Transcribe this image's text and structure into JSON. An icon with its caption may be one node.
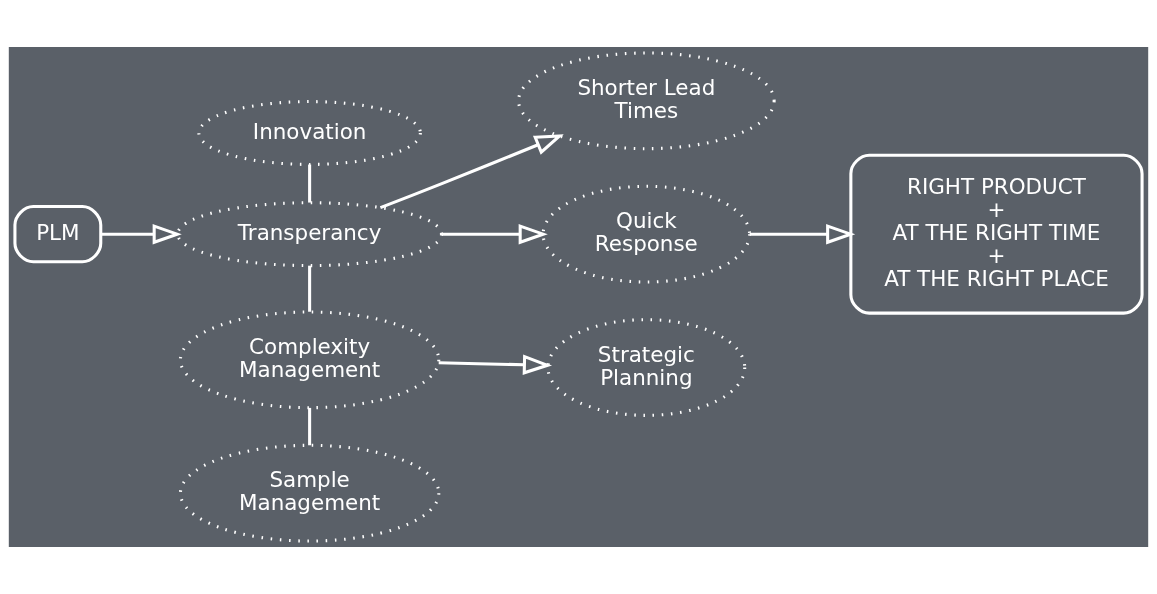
{
  "diagram": {
    "nodes": [
      {
        "text": [
          "PLM"
        ]
      },
      {
        "text": [
          "Innovation"
        ]
      },
      {
        "text": [
          "Transperancy"
        ]
      },
      {
        "text": [
          "Complexity Management"
        ]
      },
      {
        "text": [
          "Sample Management"
        ]
      },
      {
        "text": [
          "Shorter Lead Times"
        ]
      },
      {
        "text": [
          "Quick Response"
        ]
      },
      {
        "text": [
          "Strategic Planning"
        ]
      },
      {
        "text": [
          "RIGHT PRODUCT",
          "+",
          "AT THE RIGHT TIME",
          "+",
          "AT THE RIGHT PLACE"
        ]
      }
    ],
    "edges": [
      {
        "from": 0,
        "to": 2,
        "arrow": "to"
      },
      {
        "from": 1,
        "to": 2,
        "arrow": "none"
      },
      {
        "from": 2,
        "to": 3,
        "arrow": "none"
      },
      {
        "from": 3,
        "to": 4,
        "arrow": "none"
      },
      {
        "from": 2,
        "to": 5,
        "arrow": "to"
      },
      {
        "from": 2,
        "to": 6,
        "arrow": "to"
      },
      {
        "from": 3,
        "to": 7,
        "arrow": "to"
      },
      {
        "from": 6,
        "to": 8,
        "arrow": "to"
      }
    ]
  }
}
